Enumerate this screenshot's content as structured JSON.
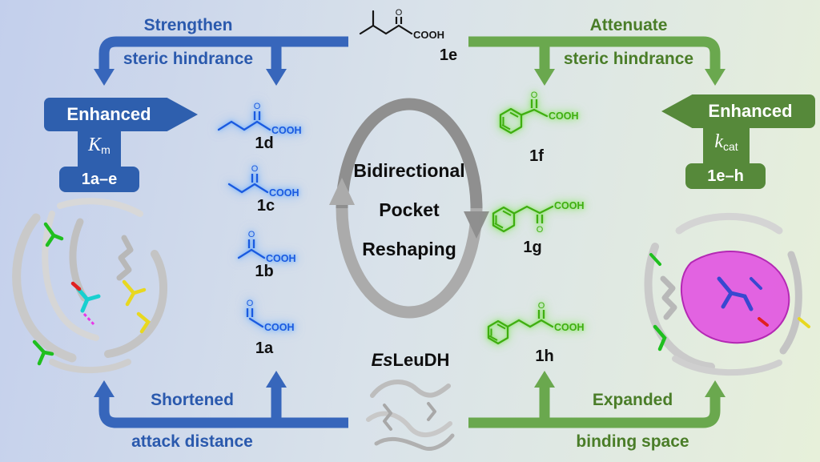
{
  "colors": {
    "background_left": "#c3cfec",
    "background_right": "#e7f0da",
    "arrow_blue": "#3766bb",
    "arrow_green": "#6aa84e",
    "text_blue": "#2a59ad",
    "text_green": "#4a7d28",
    "sign_blue": "#2e5fae",
    "sign_green": "#56893a",
    "structure_blue": "#1a5ae0",
    "structure_glow_blue": "#7db5ff",
    "structure_green": "#3fae10",
    "structure_glow_green": "#8de85f",
    "cycle_gray": "#9e9e9e",
    "pocket_surface_magenta": "#e23ce2"
  },
  "arrows": {
    "top_left": {
      "line1": "Strengthen",
      "line2": "steric hindrance"
    },
    "top_right": {
      "line1": "Attenuate",
      "line2": "steric hindrance"
    },
    "bottom_left": {
      "line1": "Shortened",
      "line2": "attack distance"
    },
    "bottom_right": {
      "line1": "Expanded",
      "line2": "binding space"
    }
  },
  "signs": {
    "left": {
      "title": "Enhanced",
      "param_main": "K",
      "param_sub": "m",
      "compounds": "1a–e"
    },
    "right": {
      "title": "Enhanced",
      "param_main": "k",
      "param_sub": "cat",
      "compounds": "1e–h"
    }
  },
  "center_cycle": {
    "line1": "Bidirectional",
    "line2": "Pocket",
    "line3": "Reshaping"
  },
  "enzyme": {
    "italic": "Es",
    "name": "LeuDH"
  },
  "compound_top": {
    "label": "1e",
    "cooh": "COOH",
    "o": "O"
  },
  "compounds_left": [
    {
      "label": "1d",
      "cooh": "COOH",
      "o": "O"
    },
    {
      "label": "1c",
      "cooh": "COOH",
      "o": "O"
    },
    {
      "label": "1b",
      "cooh": "COOH",
      "o": "O"
    },
    {
      "label": "1a",
      "cooh": "COOH",
      "o": "O"
    }
  ],
  "compounds_right": [
    {
      "label": "1f",
      "cooh": "COOH",
      "o": "O"
    },
    {
      "label": "1g",
      "cooh": "COOH",
      "o": "O"
    },
    {
      "label": "1h",
      "cooh": "COOH",
      "o": "O"
    }
  ]
}
